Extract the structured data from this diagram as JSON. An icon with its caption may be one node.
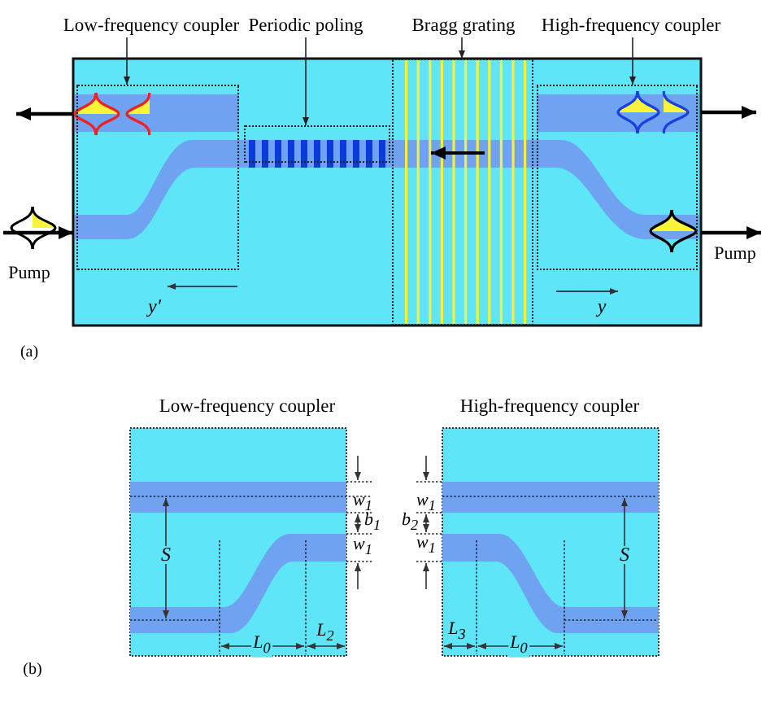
{
  "diagram": {
    "nodes": [
      {
        "text": [
          "Low-frequency coupler"
        ]
      },
      {
        "text": [],
        "shape": "box"
      },
      {
        "text": [
          "Periodic poling"
        ]
      },
      {
        "text": [],
        "shape": "box"
      },
      {
        "text": [
          "Bragg grating"
        ]
      },
      {
        "text": [],
        "shape": "box"
      },
      {
        "text": [
          "High-frequency coupler"
        ]
      },
      {
        "text": [],
        "shape": "box"
      }
    ],
    "edges": [
      {
        "from": 0,
        "to": 1,
        "arrow": "to"
      },
      {
        "from": 2,
        "to": 3,
        "arrow": "to"
      },
      {
        "from": 4,
        "to": 5,
        "arrow": "to"
      },
      {
        "from": 6,
        "to": 7,
        "arrow": "to"
      }
    ],
    "labels": [
      "Pump",
      "Pump",
      "y′",
      "y",
      "(a)",
      "Low-frequency coupler",
      "High-frequency coupler",
      "w$_{1}$",
      "b$_{1}$",
      "w$_{1}$",
      "S",
      "L$_{0}$",
      "L$_{2}$",
      "w$_{1}$",
      "b$_{2}$",
      "w$_{1}$",
      "S",
      "L$_{3}$",
      "L$_{0}$",
      "(b)"
    ]
  }
}
